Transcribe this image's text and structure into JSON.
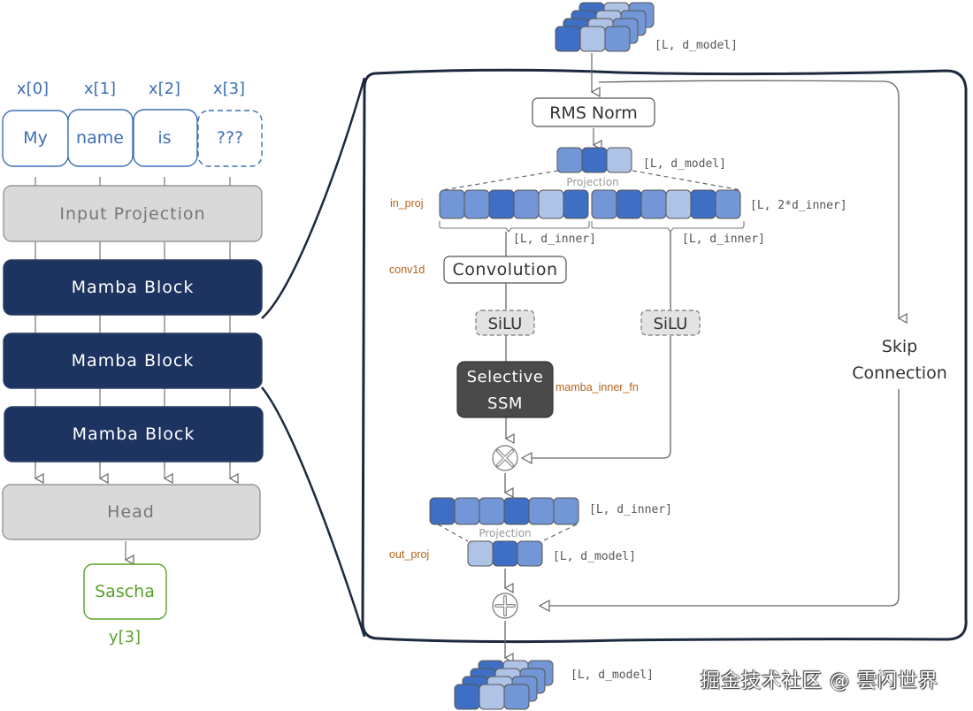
{
  "colors": {
    "navy": "#1d3461",
    "gray_box": "#d9d9d9",
    "token_blue": "#3d6fb5",
    "output_green": "#5aa02c",
    "code_orange": "#b5651d",
    "dark_ssm": "#4a4a4a",
    "cube_dark": "#3f6fc4",
    "cube_mid": "#7296d6",
    "cube_light": "#aec3e6"
  },
  "left": {
    "token_indices": [
      "x[0]",
      "x[1]",
      "x[2]",
      "x[3]"
    ],
    "tokens": [
      "My",
      "name",
      "is",
      "???"
    ],
    "input_projection": "Input Projection",
    "mamba_blocks": [
      "Mamba Block",
      "Mamba Block",
      "Mamba Block"
    ],
    "head": "Head",
    "output_token": "Sascha",
    "output_index": "y[3]"
  },
  "block": {
    "input_shape": "[L, d_model]",
    "rms_norm": "RMS Norm",
    "norm_shape": "[L, d_model]",
    "projection_label_top": "Projection",
    "in_proj": "in_proj",
    "in_proj_shape": "[L, 2*d_inner]",
    "branch_left_shape": "[L, d_inner]",
    "branch_right_shape": "[L, d_inner]",
    "conv1d": "conv1d",
    "convolution": "Convolution",
    "silu_left": "SiLU",
    "silu_right": "SiLU",
    "ssm_line1": "Selective",
    "ssm_line2": "SSM",
    "mamba_inner_fn": "mamba_inner_fn",
    "multiply_symbol": "×",
    "inner_shape": "[L, d_inner]",
    "projection_label_bottom": "Projection",
    "out_proj": "out_proj",
    "out_proj_shape": "[L, d_model]",
    "add_symbol": "+",
    "skip_line1": "Skip",
    "skip_line2": "Connection",
    "output_shape": "[L, d_model]"
  },
  "watermark": "掘金技术社区 @ 雲闪世界"
}
